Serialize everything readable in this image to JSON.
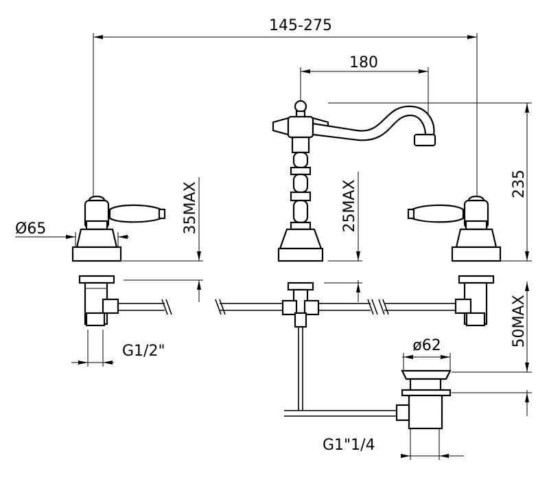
{
  "dimensions": {
    "overall_width": "145-275",
    "spout_reach": "180",
    "spout_height": "235",
    "left_handle_diameter": "Ø65",
    "left_handle_height": "35MAX",
    "spout_body_height": "25MAX",
    "max_deck_thickness": "50MAX",
    "drain_diameter": "ø62",
    "side_valve_thread": "G1/2\"",
    "drain_thread": "G1\"1/4"
  }
}
